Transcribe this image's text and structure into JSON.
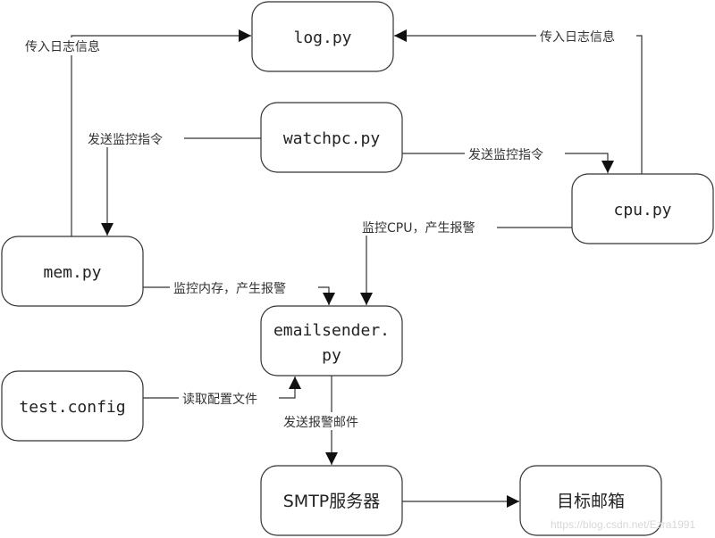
{
  "nodes": {
    "log": "log.py",
    "watchpc": "watchpc.py",
    "cpu": "cpu.py",
    "mem": "mem.py",
    "emailsender_line1": "emailsender.",
    "emailsender_line2": "py",
    "testconfig": "test.config",
    "smtp": "SMTP服务器",
    "target": "目标邮箱"
  },
  "edges": {
    "mem_to_log": "传入日志信息",
    "cpu_to_log": "传入日志信息",
    "watchpc_to_mem": "发送监控指令",
    "watchpc_to_cpu": "发送监控指令",
    "cpu_to_email": "监控CPU，产生报警",
    "mem_to_email": "监控内存，产生报警",
    "config_to_email": "读取配置文件",
    "email_to_smtp": "发送报警邮件"
  },
  "watermark": "https://blog.csdn.net/Ezra1991"
}
